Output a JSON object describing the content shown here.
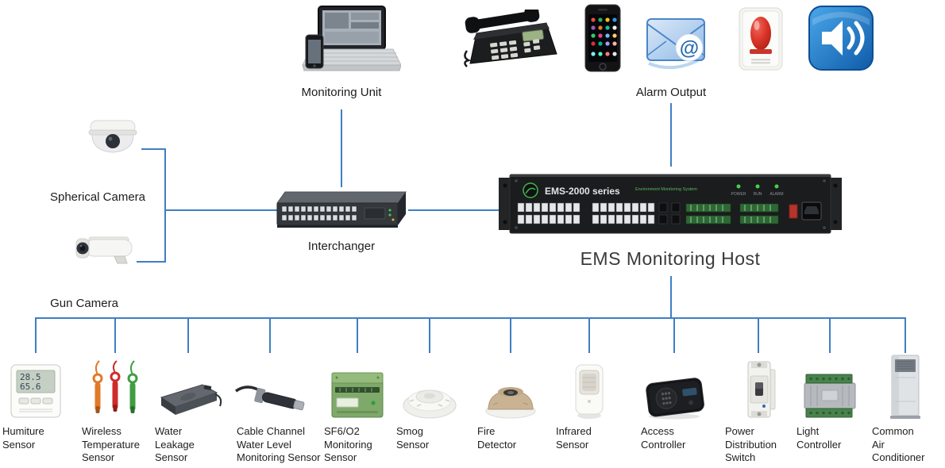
{
  "colors": {
    "connector_line": "#3e7fc4",
    "host_panel_green": "#55bd5e",
    "alarm_speaker_blue": "#1f77c4"
  },
  "nodes": {
    "monitoring_unit": {
      "label": "Monitoring Unit"
    },
    "alarm_output": {
      "label": "Alarm Output"
    },
    "spherical_camera": {
      "label": "Spherical Camera"
    },
    "gun_camera": {
      "label": "Gun Camera"
    },
    "interchanger": {
      "label": "Interchanger"
    },
    "ems_host": {
      "label": "EMS Monitoring Host",
      "panel": {
        "model": "EMS-2000 series",
        "system": "Environment Monitoring System",
        "led_power": "POWER",
        "led_run": "RUN",
        "led_alarm": "ALARM"
      }
    }
  },
  "humiture_display": {
    "temperature": "28.5",
    "humidity": "65.6"
  },
  "icons": {
    "email_at": "@"
  },
  "sensors": [
    {
      "id": "humiture-sensor",
      "label": "Humiture\nSensor"
    },
    {
      "id": "wireless-temperature-sensor",
      "label": "Wireless\nTemperature\nSensor"
    },
    {
      "id": "water-leakage-sensor",
      "label": "Water\nLeakage\nSensor"
    },
    {
      "id": "cable-channel-water-level-monitoring-sensor",
      "label": "Cable Channel\nWater Level\nMonitoring Sensor"
    },
    {
      "id": "sf6-o2-monitoring-sensor",
      "label": "SF6/O2\nMonitoring\nSensor"
    },
    {
      "id": "smog-sensor",
      "label": "Smog\nSensor"
    },
    {
      "id": "fire-detector",
      "label": "Fire\nDetector"
    },
    {
      "id": "infrared-sensor",
      "label": "Infrared\nSensor"
    },
    {
      "id": "access-controller",
      "label": "Access\nController"
    },
    {
      "id": "power-distribution-switch",
      "label": "Power\nDistribution\nSwitch"
    },
    {
      "id": "light-controller",
      "label": "Light\nController"
    },
    {
      "id": "common-air-conditioner",
      "label": "Common\nAir\nConditioner"
    }
  ]
}
